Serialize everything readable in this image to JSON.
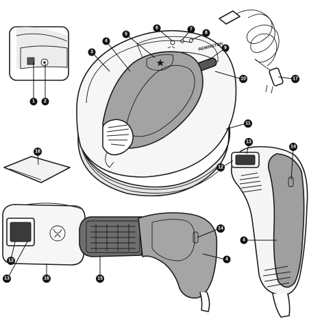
{
  "colors": {
    "line": "#1a1a1a",
    "shell": "#f4f4f4",
    "shell_shade": "#d9d9d9",
    "grip": "#9c9c9c",
    "grip_dark": "#6e6e6e",
    "window": "#3a3a3a"
  },
  "brand_text": "REMINGTON",
  "callouts": [
    {
      "id": "c1",
      "label": "1"
    },
    {
      "id": "c2",
      "label": "2"
    },
    {
      "id": "c3",
      "label": "3"
    },
    {
      "id": "c4a",
      "label": "4"
    },
    {
      "id": "c5",
      "label": "5"
    },
    {
      "id": "c6",
      "label": "6"
    },
    {
      "id": "c7",
      "label": "7"
    },
    {
      "id": "c8",
      "label": "8"
    },
    {
      "id": "c9",
      "label": "9"
    },
    {
      "id": "c10",
      "label": "10"
    },
    {
      "id": "c11",
      "label": "11"
    },
    {
      "id": "c12a",
      "label": "12"
    },
    {
      "id": "c13a",
      "label": "13"
    },
    {
      "id": "c14a",
      "label": "14"
    },
    {
      "id": "c4b",
      "label": "4"
    },
    {
      "id": "c17",
      "label": "17"
    },
    {
      "id": "c18",
      "label": "18"
    },
    {
      "id": "c14b",
      "label": "14"
    },
    {
      "id": "c4c",
      "label": "4"
    },
    {
      "id": "c12b",
      "label": "12"
    },
    {
      "id": "c13b",
      "label": "13"
    },
    {
      "id": "c16",
      "label": "16"
    },
    {
      "id": "c15",
      "label": "15"
    }
  ]
}
